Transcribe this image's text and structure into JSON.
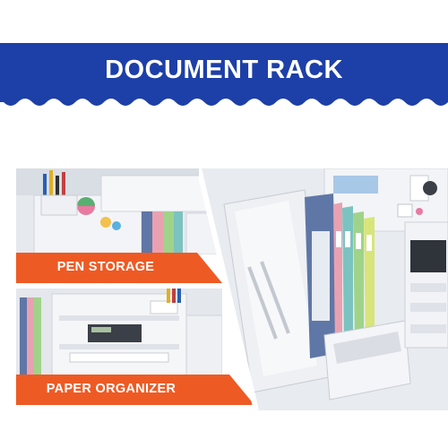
{
  "banner": {
    "title": "DOCUMENT RACK",
    "color": "#1d3fa8"
  },
  "panels": {
    "pen_storage": {
      "label": "PEN STORAGE"
    },
    "paper_organizer": {
      "label": "PAPER ORGANIZER"
    }
  },
  "label_color": "#ee5a24",
  "colors": {
    "rack_white": "#f2f3f6",
    "folder_blue": "#5f77a6",
    "folder_pink": "#e9a1b1",
    "folder_green": "#9fd38a",
    "folder_teal": "#7bc3c0"
  }
}
